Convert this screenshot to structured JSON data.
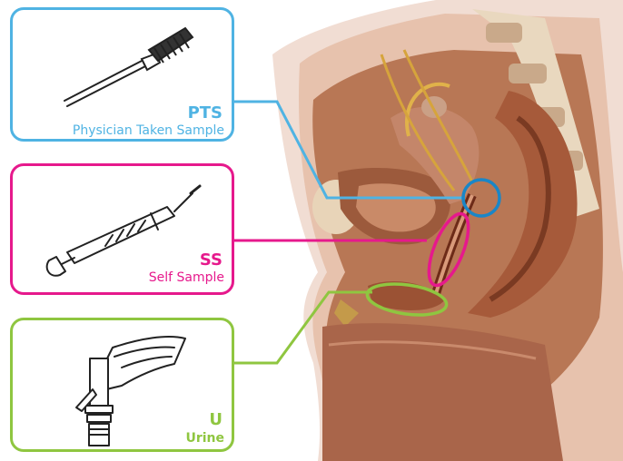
{
  "cards": [
    {
      "code": "PTS",
      "label": "Physician Taken Sample",
      "color": "#4fb3e3",
      "icon": "swab-brush-icon"
    },
    {
      "code": "SS",
      "label": "Self Sample",
      "color": "#e6198c",
      "icon": "syringe-self-sampler-icon"
    },
    {
      "code": "U",
      "label": "Urine",
      "color": "#8fc640",
      "icon": "urine-collector-icon"
    }
  ]
}
